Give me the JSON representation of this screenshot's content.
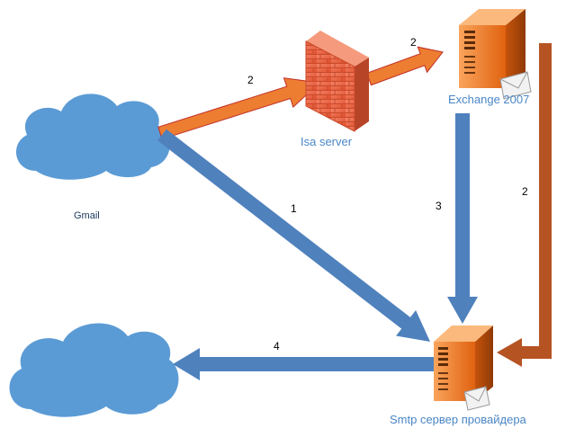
{
  "nodes": {
    "gmail": {
      "label": "Gmail"
    },
    "isa": {
      "label": "Isa server"
    },
    "exchange": {
      "label": "Exchange 2007"
    },
    "smtp": {
      "label": "Smtp сервер провайдера"
    }
  },
  "arrows": [
    {
      "from": "gmail",
      "to": "isa",
      "number": "2",
      "color": "#ed7d31"
    },
    {
      "from": "isa",
      "to": "exchange",
      "number": "2",
      "color": "#ed7d31"
    },
    {
      "from": "gmail",
      "to": "smtp",
      "number": "1",
      "color": "#4f81bd"
    },
    {
      "from": "exchange",
      "to": "smtp",
      "number": "3",
      "color": "#4f81bd"
    },
    {
      "from": "exchange",
      "to": "smtp",
      "number": "2",
      "color": "#b65323"
    },
    {
      "from": "smtp",
      "to": "internet",
      "number": "4",
      "color": "#4f81bd"
    }
  ],
  "colors": {
    "cloud": "#5b9bd5",
    "accent_blue": "#4f81bd",
    "accent_orange": "#ed7d31",
    "accent_rust": "#b65323",
    "firewall": "#e8603c",
    "server": "#f07a22"
  }
}
